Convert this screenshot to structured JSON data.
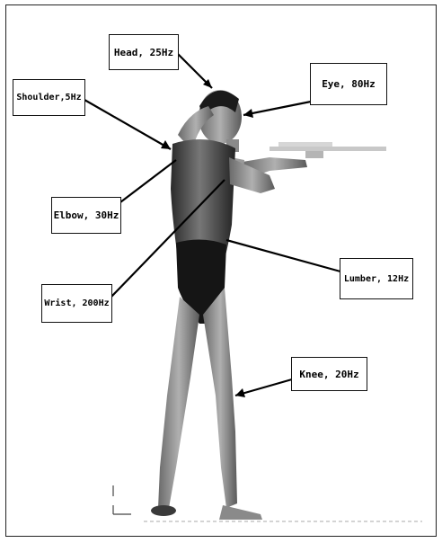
{
  "labels": {
    "head": "Head, 25Hz",
    "eye": "Eye, 80Hz",
    "shoulder": "Shoulder,5Hz",
    "elbow": "Elbow, 30Hz",
    "lumber": "Lumber, 12Hz",
    "wrist": "Wrist, 200Hz",
    "knee": "Knee, 20Hz"
  },
  "colors": {
    "body": "#8a8a8a",
    "suit": "#151515",
    "shadow": "#3a3a3a",
    "line": "#000000"
  }
}
